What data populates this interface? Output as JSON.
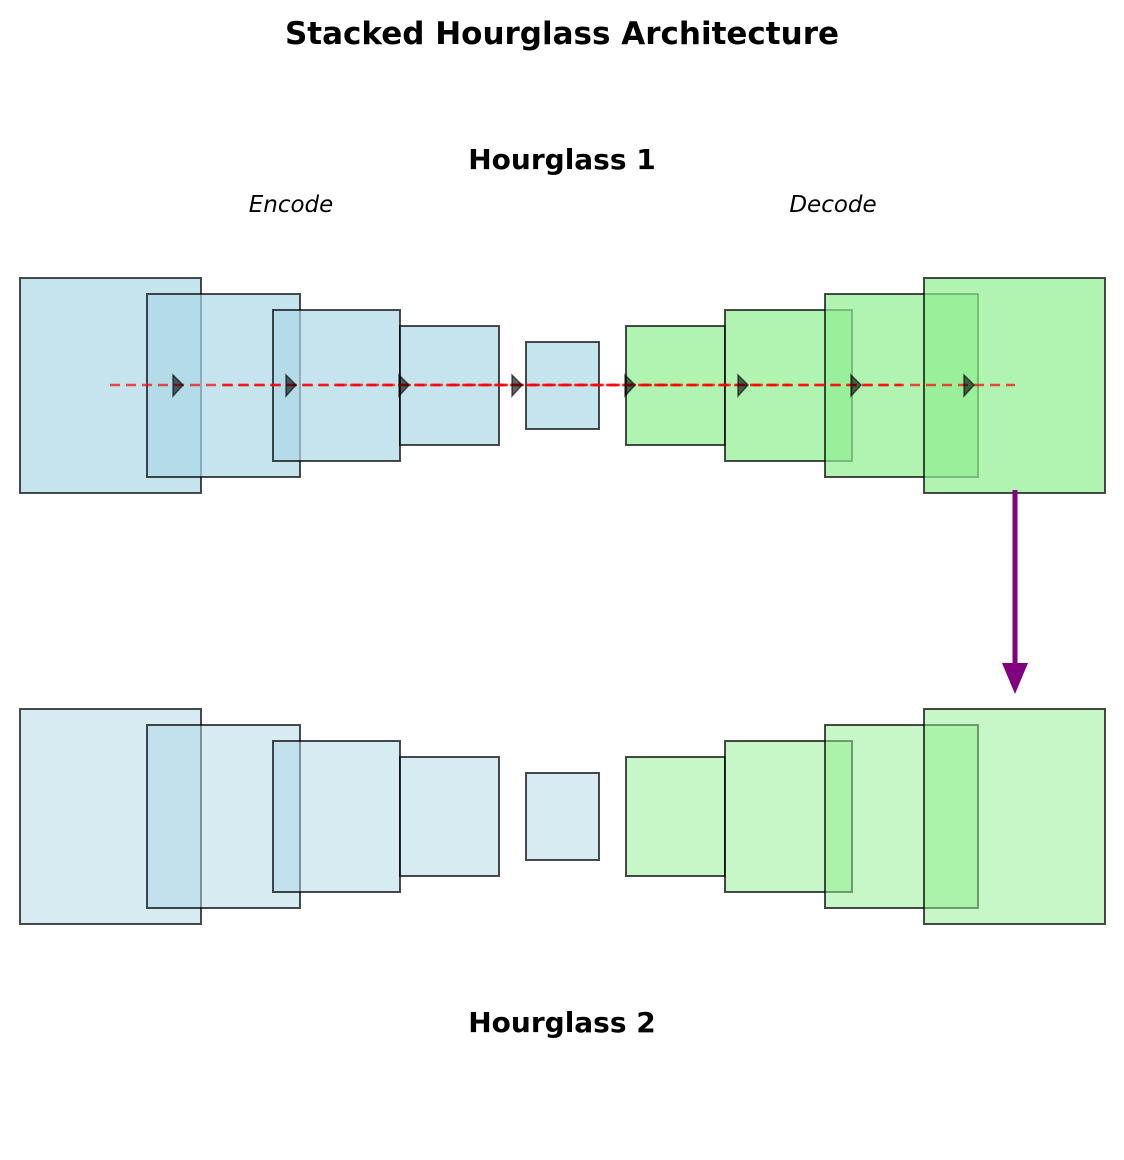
{
  "title": "Stacked Hourglass Architecture",
  "hourglasses": [
    {
      "label": "Hourglass 1",
      "encode_label": "Encode",
      "decode_label": "Decode"
    },
    {
      "label": "Hourglass 2"
    }
  ],
  "colors": {
    "encoder": "#add8e6",
    "decoder": "#90ee90",
    "skip_line": "#ff0000",
    "stack_arrow": "#800080",
    "outline": "#000000"
  }
}
